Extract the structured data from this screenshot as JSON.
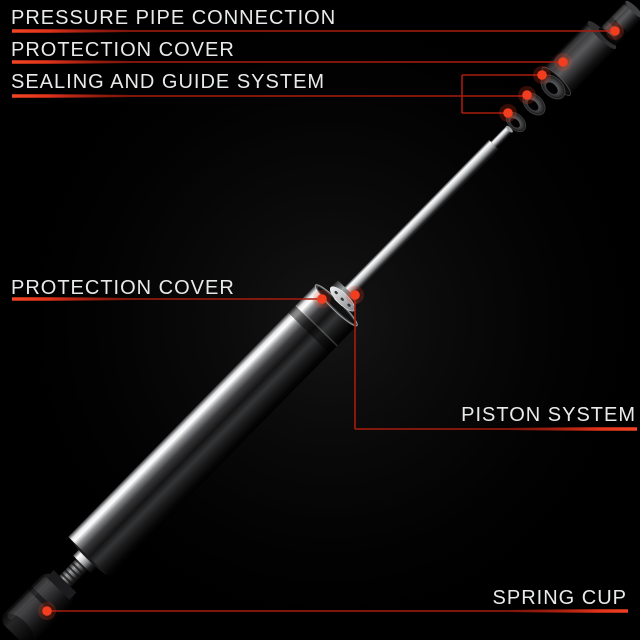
{
  "meta": {
    "background_color": "#000000",
    "accent_color": "#e8391d",
    "leader_line_color": "#a81c0f",
    "callout_dot_color": "#f23d1e",
    "label_text_color": "#e9eaeb"
  },
  "callouts": {
    "pressure_pipe_connection": "PRESSURE PIPE CONNECTION",
    "protection_cover_top": "PROTECTION COVER",
    "sealing_and_guide_system": "SEALING AND GUIDE SYSTEM",
    "protection_cover_mid": "PROTECTION COVER",
    "piston_system": "PISTON SYSTEM",
    "spring_cup": "SPRING CUP"
  }
}
